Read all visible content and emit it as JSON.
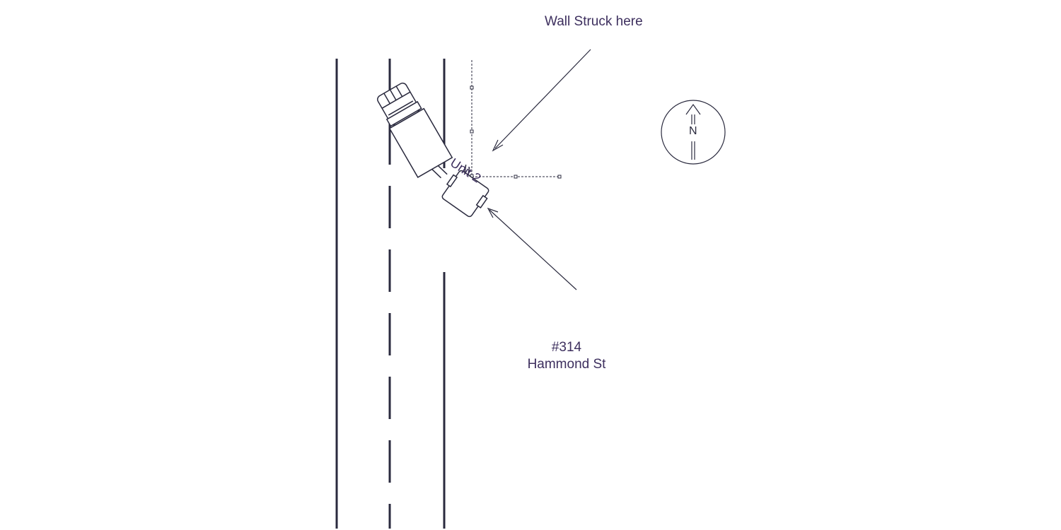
{
  "diagram": {
    "wall_label": "Wall Struck here",
    "address_line1": "#314",
    "address_line2": "Hammond St",
    "unit_label": "Unit 2",
    "north_label": "N"
  },
  "icons": {
    "north_arrow": "north-arrow-icon",
    "vehicle_1": "truck-icon",
    "vehicle_2": "car-icon"
  },
  "colors": {
    "line": "#2a2a3e",
    "text": "#3d2f5e",
    "background": "#ffffff"
  }
}
